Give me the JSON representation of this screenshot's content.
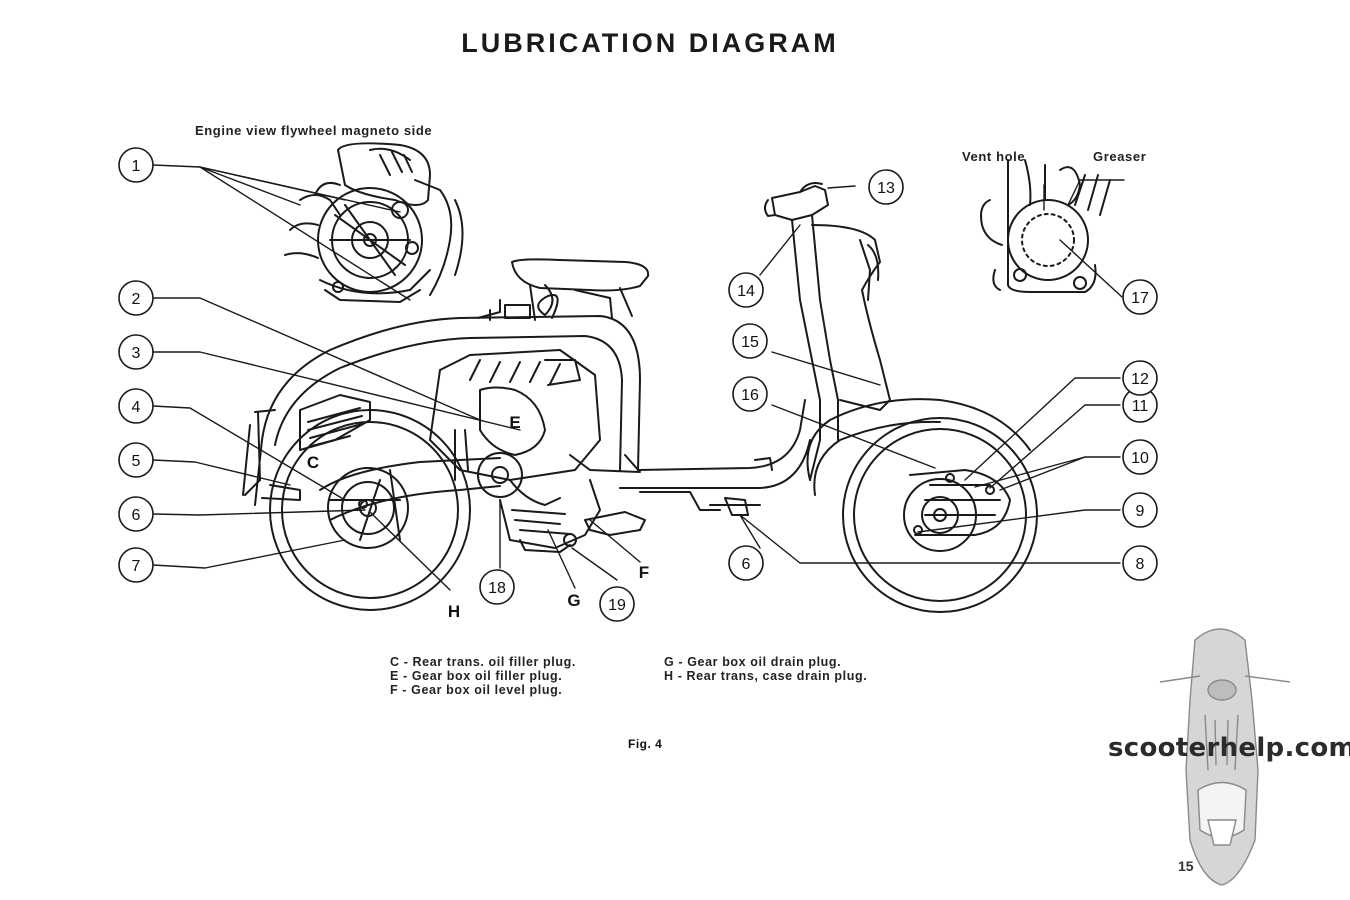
{
  "title": "LUBRICATION DIAGRAM",
  "inset_left_caption": "Engine view flywheel magneto side",
  "inset_right": {
    "vent_label": "Vent hole",
    "greaser_label": "Greaser"
  },
  "callouts": [
    "1",
    "2",
    "3",
    "4",
    "5",
    "6",
    "7",
    "8",
    "9",
    "10",
    "11",
    "12",
    "13",
    "14",
    "15",
    "16",
    "17",
    "18",
    "19",
    "6"
  ],
  "part_letters": [
    "C",
    "E",
    "F",
    "G",
    "H"
  ],
  "legend": {
    "c": "C - Rear trans. oil filler plug.",
    "e": "E - Gear box oil filler plug.",
    "f": "F - Gear box oil level plug.",
    "g": "G - Gear box oil drain plug.",
    "h": "H - Rear trans, case drain plug."
  },
  "figure_label": "Fig. 4",
  "watermark": "scooterhelp.com",
  "page_number": "15"
}
